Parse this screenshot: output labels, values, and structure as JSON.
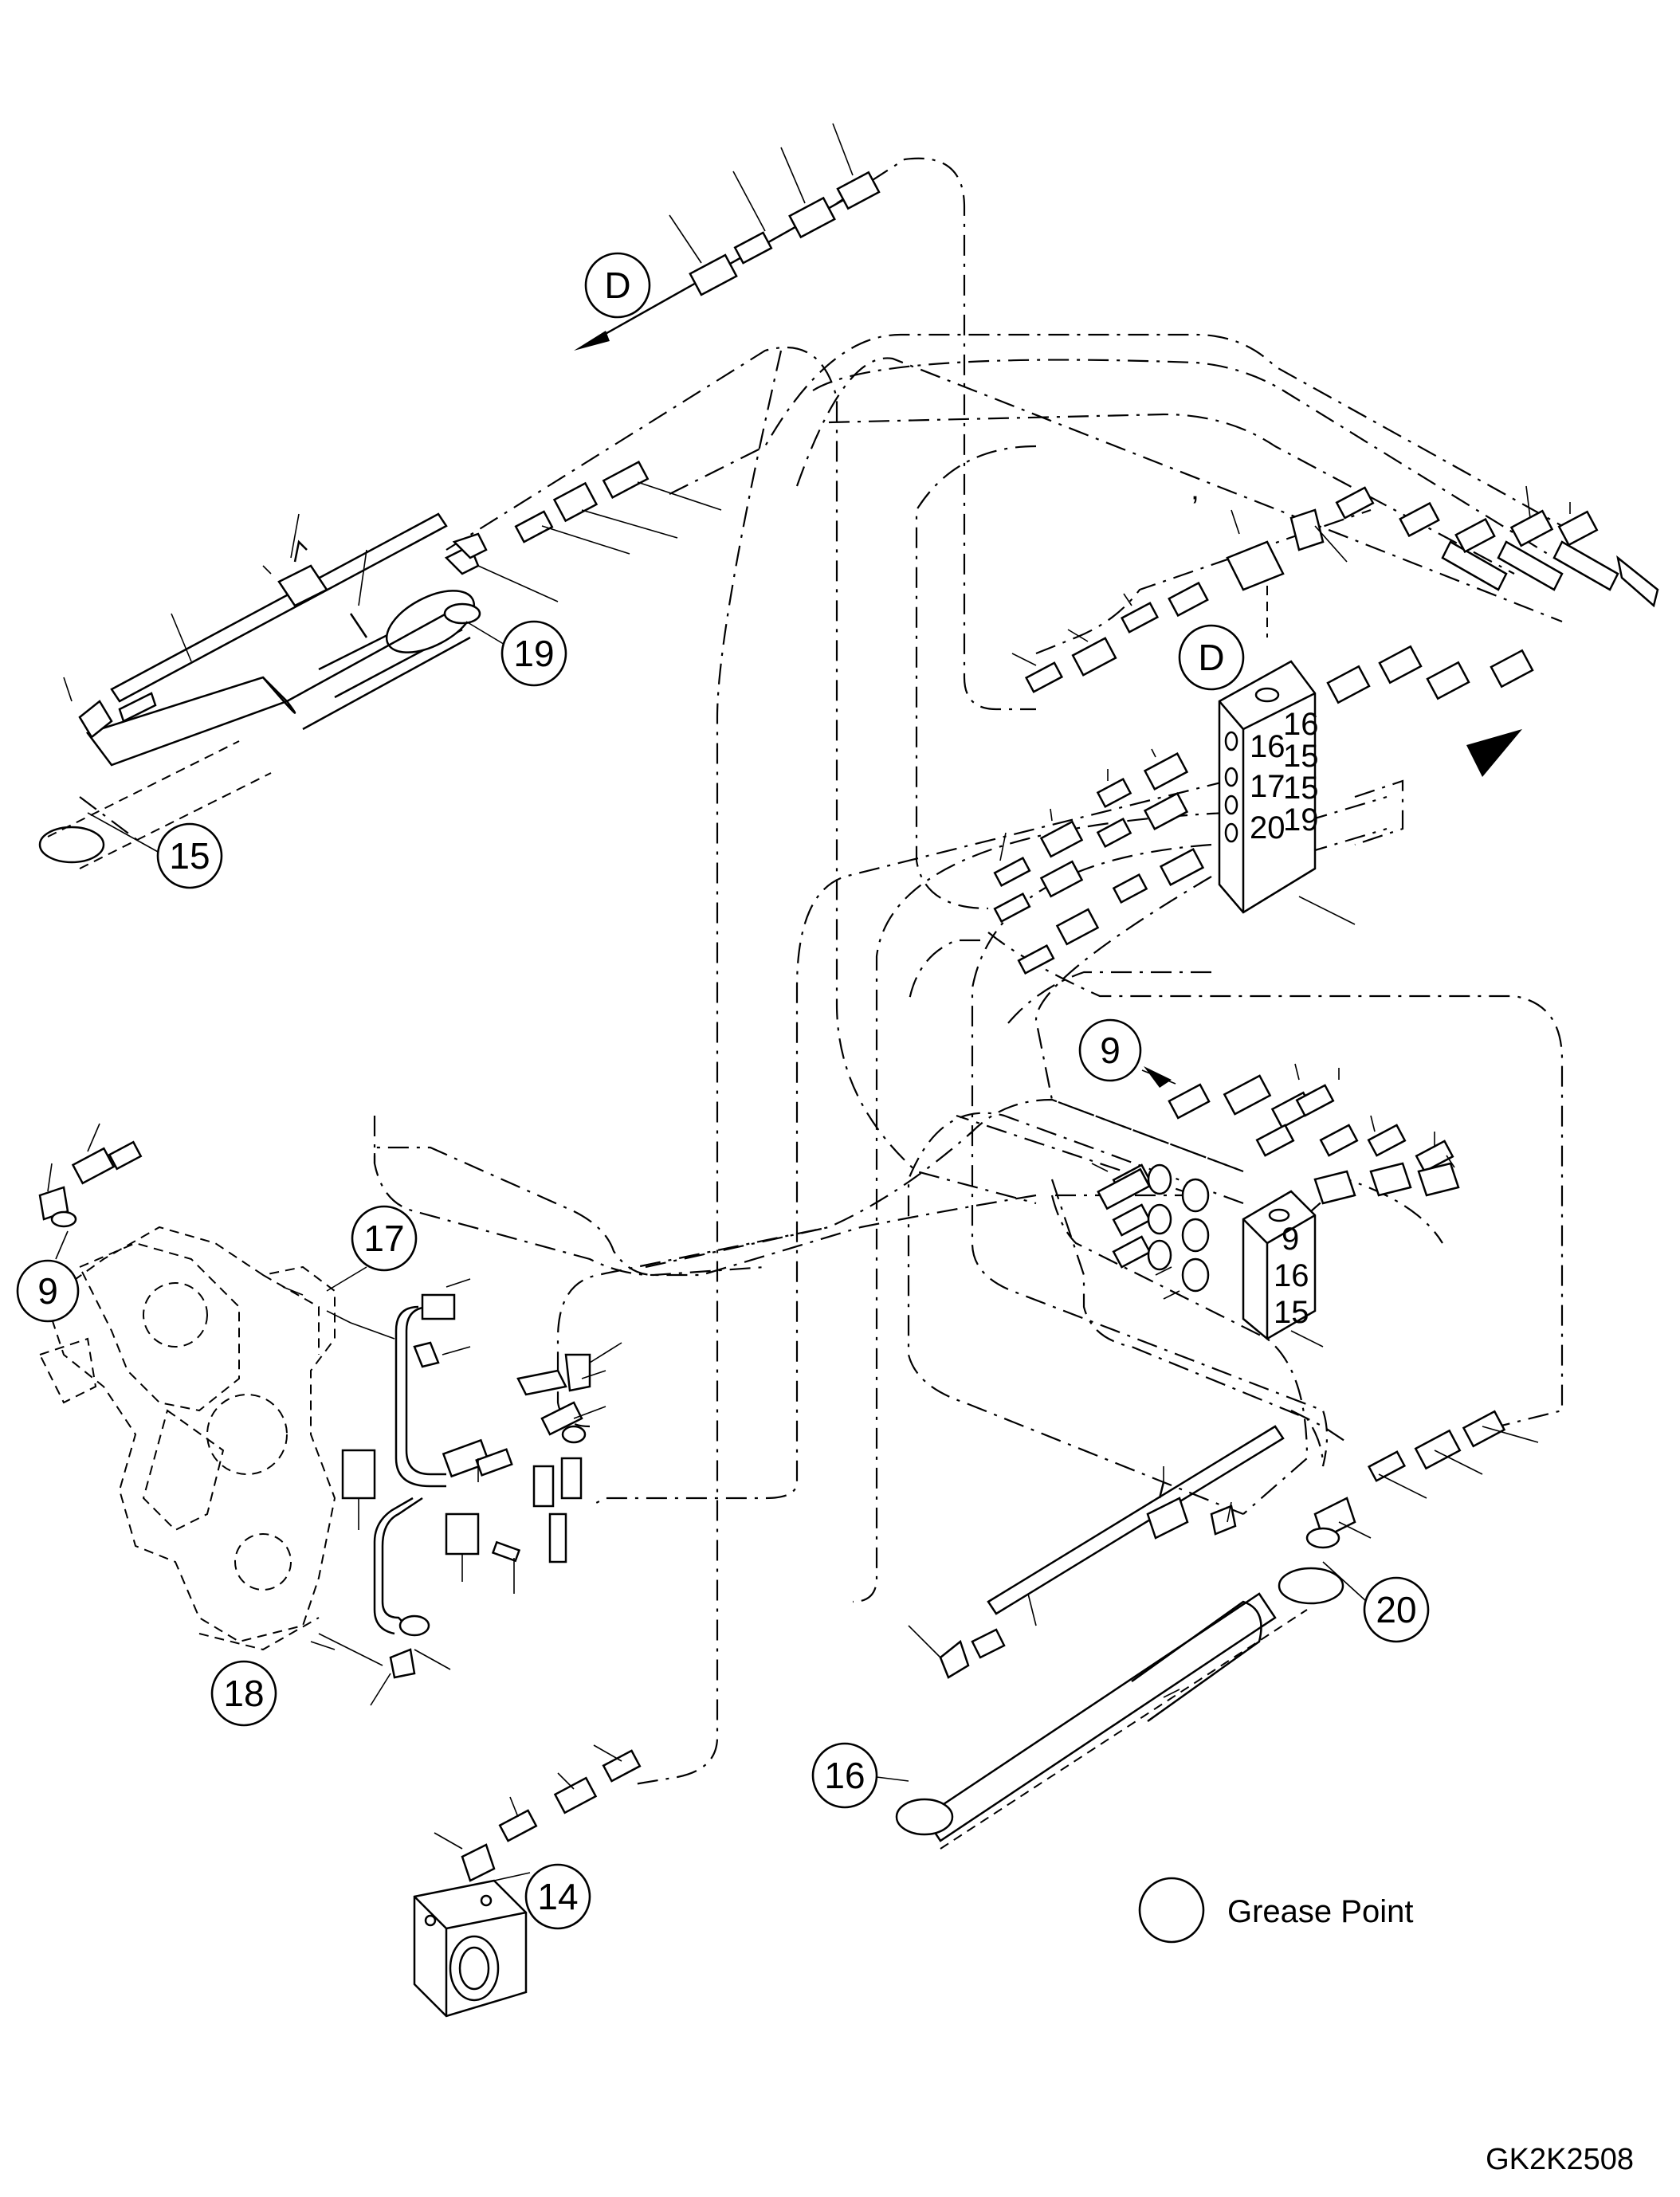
{
  "callouts": [
    {
      "id": "c-9-left",
      "label": "9"
    },
    {
      "id": "c-9-mid",
      "label": "9"
    },
    {
      "id": "c-14",
      "label": "14"
    },
    {
      "id": "c-15",
      "label": "15"
    },
    {
      "id": "c-16",
      "label": "16"
    },
    {
      "id": "c-17",
      "label": "17"
    },
    {
      "id": "c-18",
      "label": "18"
    },
    {
      "id": "c-19",
      "label": "19"
    },
    {
      "id": "c-20",
      "label": "20"
    },
    {
      "id": "c-D-top",
      "label": "D"
    },
    {
      "id": "c-D-right",
      "label": "D"
    }
  ],
  "manifold_main": {
    "left_column": [
      "16",
      "17",
      "20"
    ],
    "right_column": [
      "16",
      "15",
      "15",
      "19"
    ]
  },
  "manifold_small": {
    "labels": [
      "9",
      "16",
      "15"
    ]
  },
  "tick_mark": "’",
  "legend": {
    "label": "Grease Point"
  },
  "figure_code": "GK2K2508"
}
